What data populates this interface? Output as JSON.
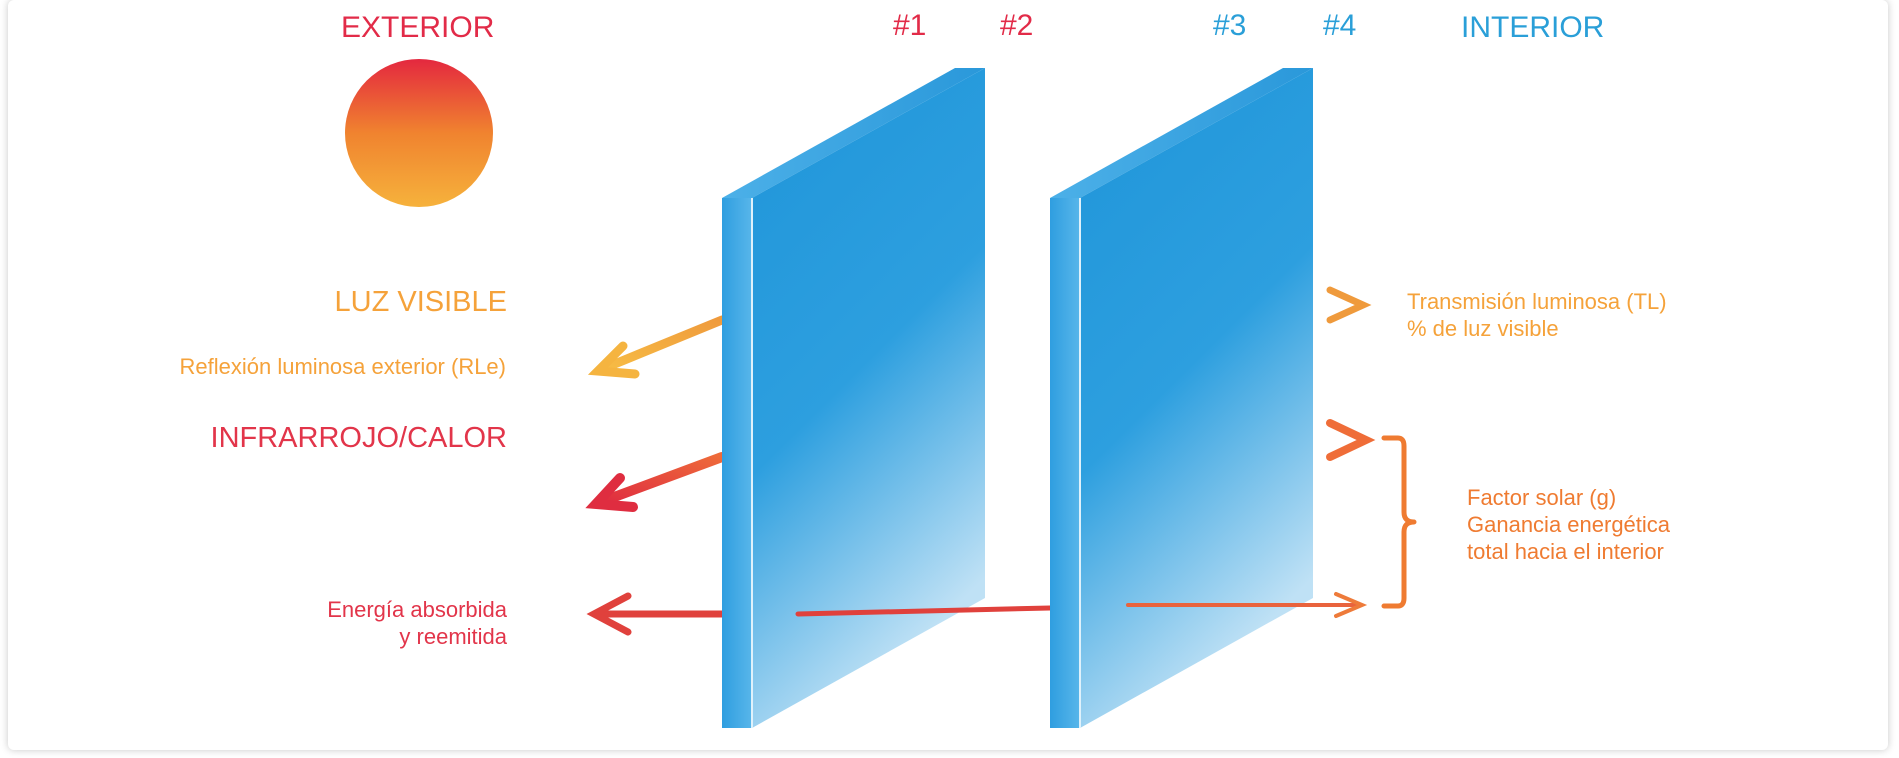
{
  "colors": {
    "exterior_red": "#e22b48",
    "interior_blue": "#2a9fd8",
    "light_orange": "#f5a23a",
    "heat_red": "#e2354a",
    "bracket_orange": "#ef7b31",
    "glass_blue": "#239edf"
  },
  "header": {
    "exterior": "EXTERIOR",
    "interior": "INTERIOR",
    "surface_1": "#1",
    "surface_2": "#2",
    "surface_3": "#3",
    "surface_4": "#4"
  },
  "labels": {
    "visible_light": "LUZ VISIBLE",
    "external_reflection": "Reflexión luminosa exterior (RLe)",
    "infrared": "INFRARROJO/CALOR",
    "absorbed_line1": "Energía absorbida",
    "absorbed_line2": "y reemitida",
    "transmission_line1": "Transmisión luminosa (TL)",
    "transmission_line2": "% de luz visible",
    "solar_factor_line1": "Factor solar (g)",
    "solar_factor_line2": "Ganancia energética",
    "solar_factor_line3": "total hacia el interior"
  },
  "icons": {
    "sun": "sun-icon",
    "panes": "glass-pane-icon",
    "arrows": "arrow-icon",
    "bracket": "curly-bracket-icon"
  }
}
